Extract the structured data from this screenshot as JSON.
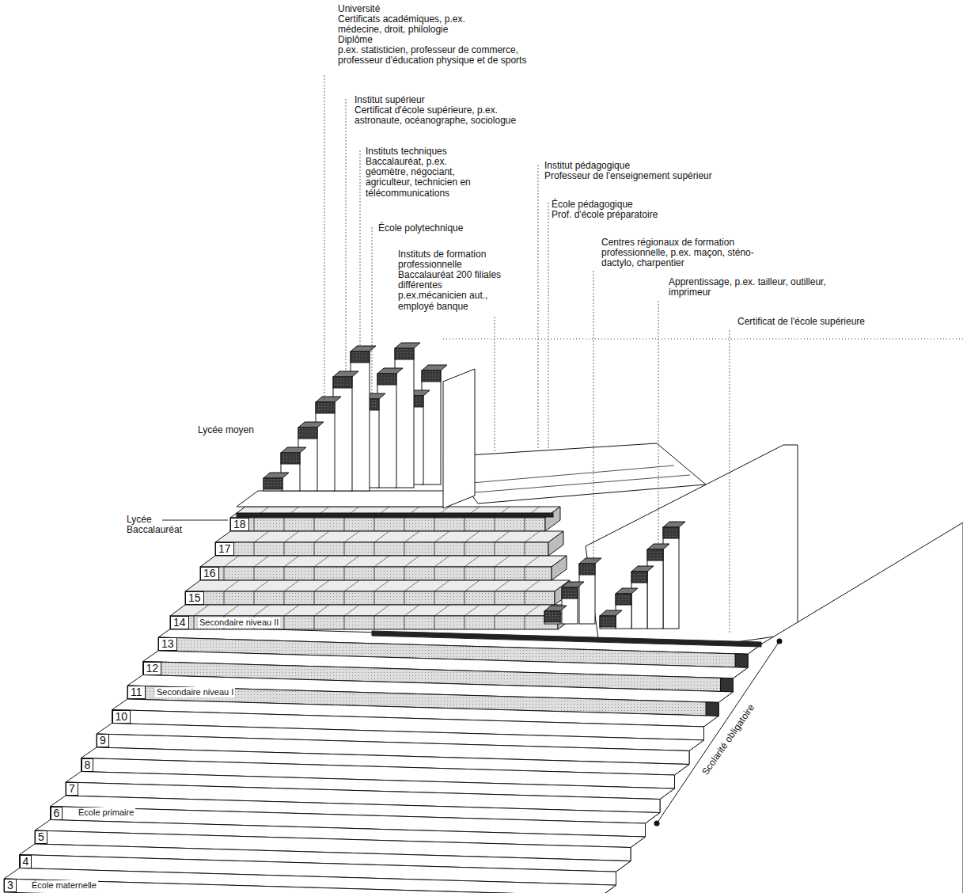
{
  "diagram": {
    "labels": [
      "Université",
      "Certificats académiques, p.ex. médecine, droit, philologie",
      "Diplôme",
      "p.ex. statisticien, professeur de commerce, professeur d'éducation physique et de sports",
      "Institut supérieur",
      "Certificat d'école supérieure, p.ex. astronaute, océanographe, sociologue",
      "Instituts techniques",
      "Baccalauréat, p.ex. géomètre, négociant, agriculteur, technicien en télécommunications",
      "École polytechnique",
      "Instituts de formation professionnelle",
      "Baccalauréat 200 filiales différentes p.ex.mécanicien aut., employé banque",
      "Institut pédagogique",
      "Professeur de l'enseignement supérieur",
      "École pédagogique",
      "Prof. d'école préparatoire",
      "Centres régionaux de formation professionnelle, p.ex. maçon, sténo-dactylo, charpentier",
      "Apprentissage, p.ex. tailleur, outilleur, imprimeur",
      "Certificat de l'école supérieure",
      "Lycée moyen",
      "Lycée Baccalauréat",
      "18",
      "17",
      "16",
      "15",
      "14",
      "13",
      "12",
      "11",
      "10",
      "9",
      "8",
      "7",
      "6",
      "5",
      "4",
      "3",
      "Secondaire niveau II",
      "Secondaire niveau I",
      "École primaire",
      "École maternelle",
      "Scolarité obligatoire"
    ]
  }
}
